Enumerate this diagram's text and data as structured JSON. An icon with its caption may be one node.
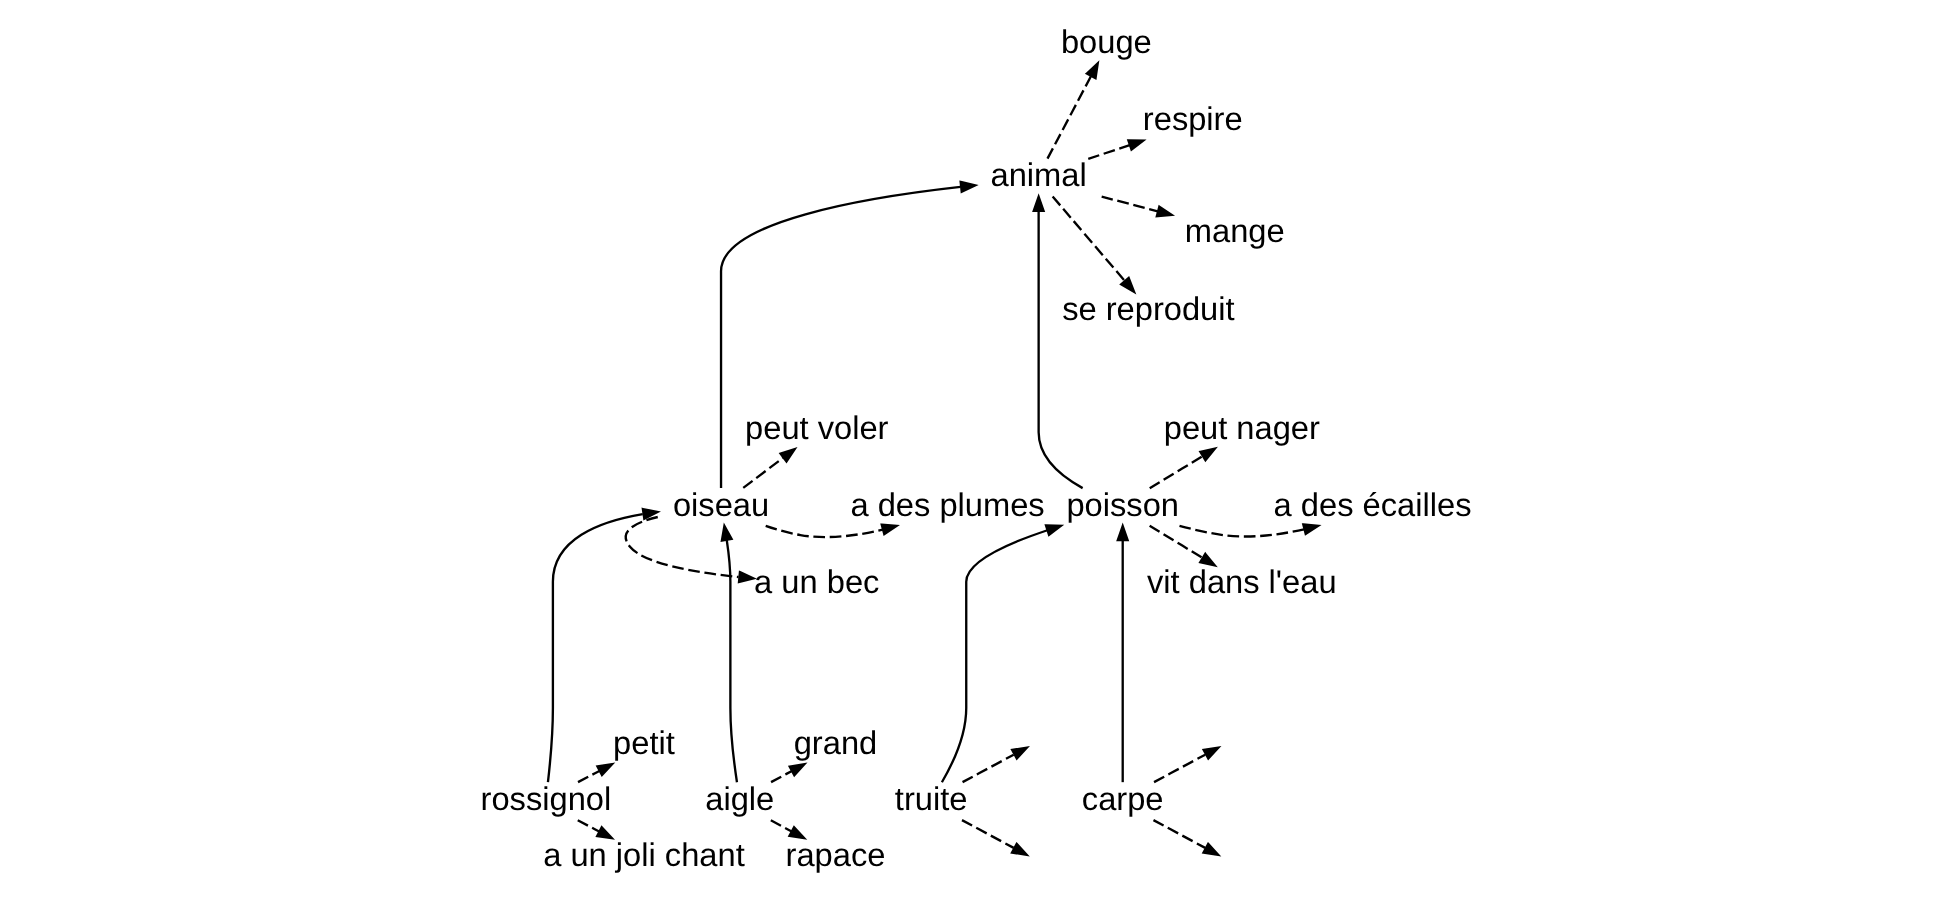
{
  "diagram": {
    "nodes": [
      {
        "text": [
          "animal"
        ]
      },
      {
        "text": [
          "bouge"
        ]
      },
      {
        "text": [
          "respire"
        ]
      },
      {
        "text": [
          "mange"
        ]
      },
      {
        "text": [
          "se reproduit"
        ]
      },
      {
        "text": [
          "oiseau"
        ]
      },
      {
        "text": [
          "peut voler"
        ]
      },
      {
        "text": [
          "a des plumes"
        ]
      },
      {
        "text": [
          "a un bec"
        ]
      },
      {
        "text": [
          "poisson"
        ]
      },
      {
        "text": [
          "peut nager"
        ]
      },
      {
        "text": [
          "a des écailles"
        ]
      },
      {
        "text": [
          "vit dans l'eau"
        ]
      },
      {
        "text": [
          "rossignol"
        ]
      },
      {
        "text": [
          "petit"
        ]
      },
      {
        "text": [
          "a un joli chant"
        ]
      },
      {
        "text": [
          "aigle"
        ]
      },
      {
        "text": [
          "grand"
        ]
      },
      {
        "text": [
          "rapace"
        ]
      },
      {
        "text": [
          "truite"
        ]
      },
      {
        "text": [
          "carpe"
        ]
      }
    ],
    "edges": [
      {
        "from": 5,
        "to": 0,
        "arrow": "to"
      },
      {
        "from": 9,
        "to": 0,
        "arrow": "to"
      },
      {
        "from": 0,
        "to": 1,
        "arrow": "to",
        "style": "dashed"
      },
      {
        "from": 0,
        "to": 2,
        "arrow": "to",
        "style": "dashed"
      },
      {
        "from": 0,
        "to": 3,
        "arrow": "to",
        "style": "dashed"
      },
      {
        "from": 0,
        "to": 4,
        "arrow": "to",
        "style": "dashed"
      },
      {
        "from": 5,
        "to": 6,
        "arrow": "to",
        "style": "dashed"
      },
      {
        "from": 5,
        "to": 7,
        "arrow": "to",
        "style": "dashed"
      },
      {
        "from": 5,
        "to": 8,
        "arrow": "to",
        "style": "dashed"
      },
      {
        "from": 9,
        "to": 10,
        "arrow": "to",
        "style": "dashed"
      },
      {
        "from": 9,
        "to": 11,
        "arrow": "to",
        "style": "dashed"
      },
      {
        "from": 9,
        "to": 12,
        "arrow": "to",
        "style": "dashed"
      },
      {
        "from": 13,
        "to": 5,
        "arrow": "to"
      },
      {
        "from": 16,
        "to": 5,
        "arrow": "to"
      },
      {
        "from": 19,
        "to": 9,
        "arrow": "to"
      },
      {
        "from": 20,
        "to": 9,
        "arrow": "to"
      },
      {
        "from": 13,
        "to": 14,
        "arrow": "to",
        "style": "dashed"
      },
      {
        "from": 13,
        "to": 15,
        "arrow": "to",
        "style": "dashed"
      },
      {
        "from": 16,
        "to": 17,
        "arrow": "to",
        "style": "dashed"
      },
      {
        "from": 16,
        "to": 18,
        "arrow": "to",
        "style": "dashed"
      },
      {
        "from": 19,
        "to": null,
        "arrow": "to",
        "style": "dashed"
      },
      {
        "from": 19,
        "to": null,
        "arrow": "to",
        "style": "dashed"
      },
      {
        "from": 20,
        "to": null,
        "arrow": "to",
        "style": "dashed"
      },
      {
        "from": 20,
        "to": null,
        "arrow": "to",
        "style": "dashed"
      }
    ]
  }
}
